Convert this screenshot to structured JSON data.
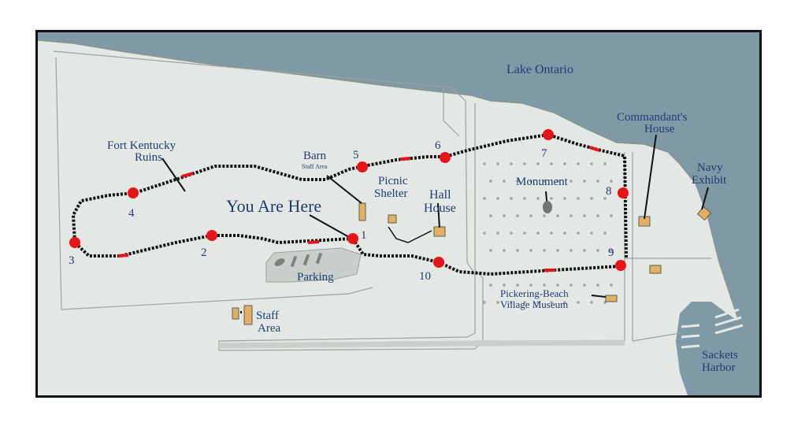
{
  "map": {
    "labels": {
      "lake": "Lake Ontario",
      "fort_kentucky_1": "Fort Kentucky",
      "fort_kentucky_2": "Ruins",
      "barn": "Barn",
      "barn_sub": "Staff Area",
      "picnic_1": "Picnic",
      "picnic_2": "Shelter",
      "hall_1": "Hall",
      "hall_2": "House",
      "monument": "Monument",
      "commandant_1": "Commandant's",
      "commandant_2": "House",
      "navy_1": "Navy",
      "navy_2": "Exhibit",
      "you_are_here": "You Are Here",
      "parking": "Parking",
      "staff_1": "Staff",
      "staff_2": "Area",
      "museum_1": "Pickering-Beach",
      "museum_2": "Village Museum",
      "harbor_1": "Sackets",
      "harbor_2": "Harbor"
    },
    "stops": [
      "1",
      "2",
      "3",
      "4",
      "5",
      "6",
      "7",
      "8",
      "9",
      "10"
    ],
    "colors": {
      "water": "#7f9aa6",
      "land": "#e4e8e4",
      "road": "#c9cfca",
      "road_edge": "#9aa39c",
      "trail": "#111111",
      "marker": "#e8141a",
      "building": "#e2b061",
      "label": "#1f3b73"
    }
  }
}
